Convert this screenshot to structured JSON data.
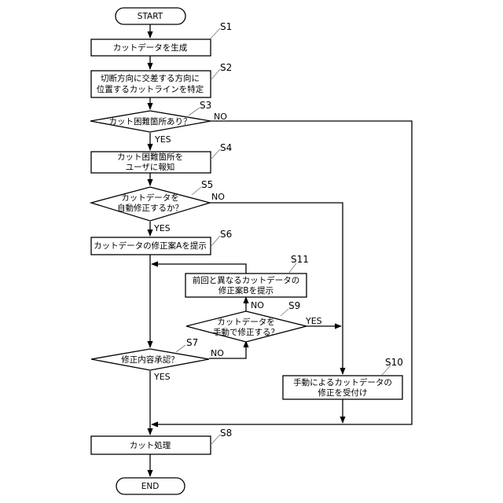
{
  "terminals": {
    "start": "START",
    "end": "END"
  },
  "steps": {
    "S1": {
      "id": "S1",
      "lines": [
        "カットデータを生成"
      ]
    },
    "S2": {
      "id": "S2",
      "lines": [
        "切断方向に交差する方向に",
        "位置するカットラインを特定"
      ]
    },
    "S3": {
      "id": "S3",
      "lines": [
        "カット困難箇所あり？"
      ]
    },
    "S4": {
      "id": "S4",
      "lines": [
        "カット困難箇所を",
        "ユーザに報知"
      ]
    },
    "S5": {
      "id": "S5",
      "lines": [
        "カットデータを",
        "自動修正するか？"
      ]
    },
    "S6": {
      "id": "S6",
      "lines": [
        "カットデータの修正案Aを提示"
      ]
    },
    "S7": {
      "id": "S7",
      "lines": [
        "修正内容承認？"
      ]
    },
    "S8": {
      "id": "S8",
      "lines": [
        "カット処理"
      ]
    },
    "S9": {
      "id": "S9",
      "lines": [
        "カットデータを",
        "手動で修正する？"
      ]
    },
    "S10": {
      "id": "S10",
      "lines": [
        "手動によるカットデータの",
        "修正を受付け"
      ]
    },
    "S11": {
      "id": "S11",
      "lines": [
        "前回と異なるカットデータの",
        "修正案Bを提示"
      ]
    }
  },
  "branch_labels": {
    "yes": "YES",
    "no": "NO"
  }
}
